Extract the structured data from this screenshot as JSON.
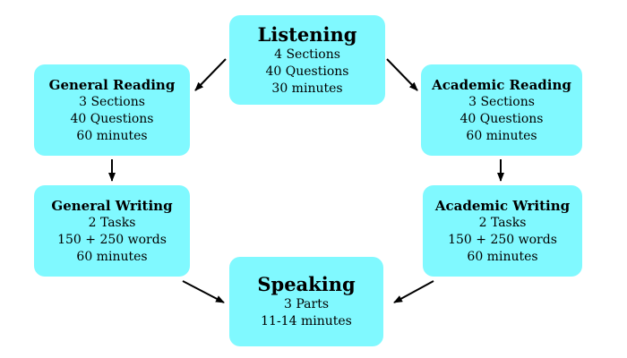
{
  "nodes": {
    "listening": {
      "title": "Listening",
      "lines": [
        "4 Sections",
        "40 Questions",
        "30 minutes"
      ]
    },
    "general_reading": {
      "title": "General Reading",
      "lines": [
        "3 Sections",
        "40 Questions",
        "60 minutes"
      ]
    },
    "academic_reading": {
      "title": "Academic Reading",
      "lines": [
        "3 Sections",
        "40 Questions",
        "60 minutes"
      ]
    },
    "general_writing": {
      "title": "General Writing",
      "lines": [
        "2 Tasks",
        "150 + 250 words",
        "60 minutes"
      ]
    },
    "academic_writing": {
      "title": "Academic Writing",
      "lines": [
        "2 Tasks",
        "150 + 250 words",
        "60 minutes"
      ]
    },
    "speaking": {
      "title": "Speaking",
      "lines": [
        "3 Parts",
        "11-14 minutes"
      ]
    }
  },
  "edges": [
    {
      "from": "listening",
      "to": "general_reading"
    },
    {
      "from": "listening",
      "to": "academic_reading"
    },
    {
      "from": "general_reading",
      "to": "general_writing"
    },
    {
      "from": "academic_reading",
      "to": "academic_writing"
    },
    {
      "from": "general_writing",
      "to": "speaking"
    },
    {
      "from": "academic_writing",
      "to": "speaking"
    }
  ],
  "colors": {
    "box_fill": "#80f9ff",
    "text": "#000000",
    "arrow": "#000000"
  }
}
